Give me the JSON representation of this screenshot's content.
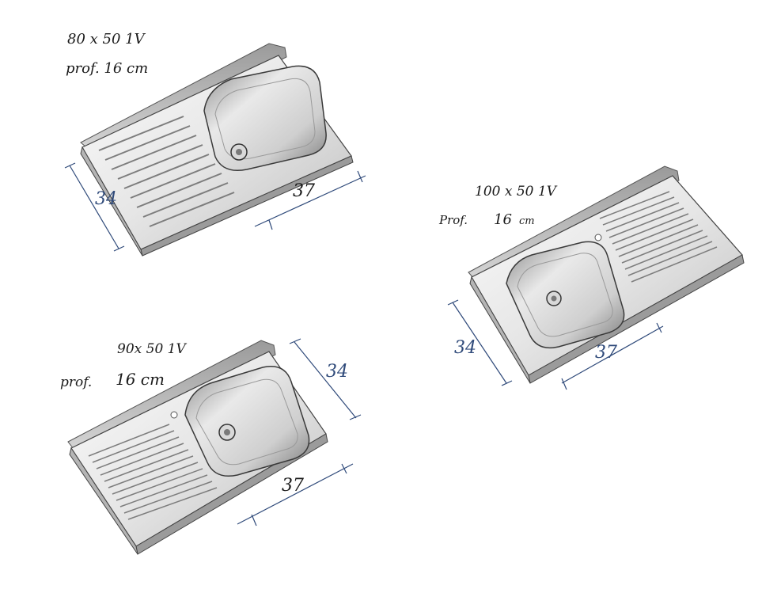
{
  "sinks": [
    {
      "id": "sink-80",
      "model": "80 x 50 1V",
      "depth": "prof. 16 cm",
      "dim_depth": "34",
      "dim_width": "37",
      "drainer_side": "left",
      "dim_ink": "blue"
    },
    {
      "id": "sink-100",
      "model": "100 x 50 1V",
      "depth_prefix": "Prof.",
      "depth_value": "16",
      "depth_unit": "cm",
      "dim_depth": "34",
      "dim_width": "37",
      "drainer_side": "right",
      "dim_ink": "blue"
    },
    {
      "id": "sink-90",
      "model": "90x 50 1V",
      "depth_prefix": "prof.",
      "depth_value": "16 cm",
      "dim_depth": "34",
      "dim_width": "37",
      "drainer_side": "left",
      "dim_ink": "blue"
    }
  ],
  "colors": {
    "ink_black": "#1a1a1a",
    "ink_blue": "#2f4a7a",
    "steel_light": "#f2f2f2",
    "steel_mid": "#c8c8c8",
    "steel_dark": "#6a6a6a"
  }
}
